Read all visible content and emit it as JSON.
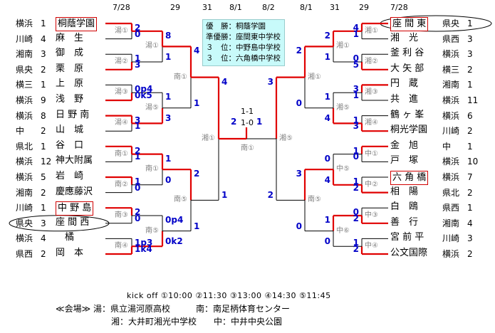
{
  "dates": [
    "7/28",
    "29",
    "31",
    "8/1",
    "8/2",
    "8/1",
    "31",
    "29",
    "7/28"
  ],
  "results_box": {
    "winner": "優　勝：桐蔭学園",
    "runner_up": "準優勝：座間東中学校",
    "third_1": "３　位：中野島中学校",
    "third_2": "３　位：六角橋中学校"
  },
  "final": {
    "score_left": "2",
    "score_right": "1",
    "pk_top": "1-1",
    "pk_bottom": "1-0",
    "venue": "南①"
  },
  "left_teams": [
    {
      "region": "横浜",
      "seed": "1",
      "name": "桐蔭学園",
      "boxed": true
    },
    {
      "region": "川崎",
      "seed": "4",
      "name": "麻　生",
      "boxed": false
    },
    {
      "region": "湘南",
      "seed": "3",
      "name": "御　成",
      "boxed": false
    },
    {
      "region": "県央",
      "seed": "2",
      "name": "栗　原",
      "boxed": false
    },
    {
      "region": "横三",
      "seed": "1",
      "name": "上　原",
      "boxed": false
    },
    {
      "region": "横浜",
      "seed": "9",
      "name": "浅　野",
      "boxed": false
    },
    {
      "region": "横浜",
      "seed": "8",
      "name": "日 野 南",
      "boxed": false
    },
    {
      "region": "中",
      "seed": "2",
      "name": "山　城",
      "boxed": false
    },
    {
      "region": "県北",
      "seed": "1",
      "name": "谷　口",
      "boxed": false
    },
    {
      "region": "横浜",
      "seed": "12",
      "name": "神大附属",
      "boxed": false
    },
    {
      "region": "横浜",
      "seed": "5",
      "name": "岩　崎",
      "boxed": false
    },
    {
      "region": "湘南",
      "seed": "2",
      "name": "慶應藤沢",
      "boxed": false
    },
    {
      "region": "川崎",
      "seed": "1",
      "name": "中 野 島",
      "boxed": true
    },
    {
      "region": "県央",
      "seed": "3",
      "name": "座 間 西",
      "boxed": false
    },
    {
      "region": "横浜",
      "seed": "4",
      "name": "　橘",
      "boxed": false
    },
    {
      "region": "県西",
      "seed": "2",
      "name": "岡　本",
      "boxed": false
    }
  ],
  "right_teams": [
    {
      "region": "県央",
      "seed": "1",
      "name": "座 間 東",
      "boxed": true
    },
    {
      "region": "県西",
      "seed": "3",
      "name": "湘　光",
      "boxed": false
    },
    {
      "region": "横浜",
      "seed": "3",
      "name": "釜 利 谷",
      "boxed": false
    },
    {
      "region": "横三",
      "seed": "2",
      "name": "大 矢 部",
      "boxed": false
    },
    {
      "region": "湘南",
      "seed": "1",
      "name": "円　蔵",
      "boxed": false
    },
    {
      "region": "横浜",
      "seed": "11",
      "name": "共　進",
      "boxed": false
    },
    {
      "region": "横浜",
      "seed": "6",
      "name": "鶴 ヶ 峯",
      "boxed": false
    },
    {
      "region": "川崎",
      "seed": "2",
      "name": "桐光学園",
      "boxed": false
    },
    {
      "region": "中",
      "seed": "1",
      "name": "金　旭",
      "boxed": false
    },
    {
      "region": "横浜",
      "seed": "10",
      "name": "戸　塚",
      "boxed": false
    },
    {
      "region": "横浜",
      "seed": "7",
      "name": "六 角 橋",
      "boxed": true
    },
    {
      "region": "県北",
      "seed": "2",
      "name": "相　陽",
      "boxed": false
    },
    {
      "region": "県西",
      "seed": "1",
      "name": "白　鴎",
      "boxed": false
    },
    {
      "region": "湘南",
      "seed": "4",
      "name": "善　行",
      "boxed": false
    },
    {
      "region": "川崎",
      "seed": "3",
      "name": "宮 前 平",
      "boxed": false
    },
    {
      "region": "横浜",
      "seed": "2",
      "name": "公文国際",
      "boxed": false
    }
  ],
  "left_r1": [
    {
      "top": "2",
      "bottom": "0",
      "venue": "湯①"
    },
    {
      "top": "1",
      "bottom": "3",
      "venue": "湯②"
    },
    {
      "top": "0p4",
      "bottom": "0k5",
      "venue": "湯③"
    },
    {
      "top": "3",
      "bottom": "1",
      "venue": "湯④"
    },
    {
      "top": "2",
      "bottom": "1",
      "venue": "南①"
    },
    {
      "top": "1",
      "bottom": "0",
      "venue": "南②"
    },
    {
      "top": "2",
      "bottom": "0",
      "venue": "南③"
    },
    {
      "top": "1p3",
      "bottom": "1k4",
      "venue": "南④"
    }
  ],
  "left_r2": [
    {
      "top": "8",
      "bottom": "1",
      "venue": "湯①"
    },
    {
      "top": "1",
      "bottom": "3",
      "venue": "湯⑤"
    },
    {
      "top": "1",
      "bottom": "0",
      "venue": "南①"
    },
    {
      "top": "0p4",
      "bottom": "0k2",
      "venue": "南⑤"
    }
  ],
  "left_r3": [
    {
      "top": "4",
      "bottom": "1",
      "venue": "南①"
    },
    {
      "top": "2",
      "bottom": "1",
      "venue": "南⑤"
    }
  ],
  "left_sf": {
    "top": "4",
    "bottom": "1",
    "venue": "湘①"
  },
  "right_r1": [
    {
      "top": "4",
      "bottom": "1",
      "venue": "湘①"
    },
    {
      "top": "0",
      "bottom": "5",
      "venue": "湘②"
    },
    {
      "top": "3",
      "bottom": "1",
      "venue": "湘③"
    },
    {
      "top": "1",
      "bottom": "3",
      "venue": "湘④"
    },
    {
      "top": "1",
      "bottom": "0",
      "venue": "中①"
    },
    {
      "top": "1",
      "bottom": "2",
      "venue": "中②"
    },
    {
      "top": "0",
      "bottom": "2",
      "venue": "中③"
    },
    {
      "top": "1",
      "bottom": "2",
      "venue": "中④"
    }
  ],
  "right_r2": [
    {
      "top": "2",
      "bottom": "1",
      "venue": "湘①"
    },
    {
      "top": "1",
      "bottom": "4",
      "venue": "湘⑤"
    },
    {
      "top": "0",
      "bottom": "4",
      "venue": "中⑤"
    },
    {
      "top": "1",
      "bottom": "0",
      "venue": "中⑥"
    }
  ],
  "right_r3": [
    {
      "top": "2",
      "bottom": "0",
      "venue": "湘①"
    },
    {
      "top": "3",
      "bottom": "0",
      "venue": "南⑤"
    }
  ],
  "right_sf": {
    "top": "3",
    "bottom": "2",
    "venue": "湘⑤"
  },
  "kickoff": "kick off  ①10:00  ②11:30  ③13:00  ④14:30  ⑤11:45",
  "venues_line1": "≪会場≫  湯：県立湯河原高校　　　南：南足柄体育センター",
  "venues_line2": "湘：大井町湘光中学校　　中：中井中央公園"
}
